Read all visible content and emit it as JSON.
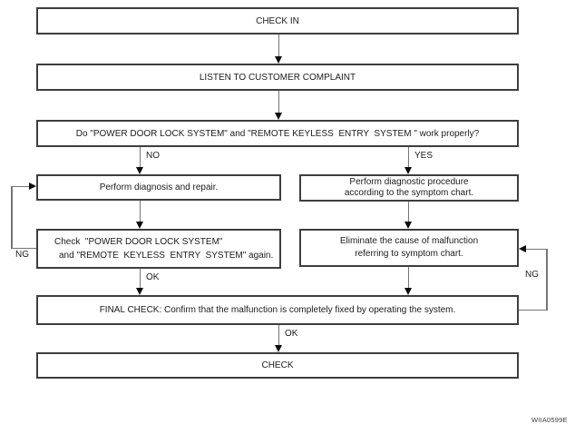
{
  "diagram": {
    "type": "flowchart",
    "watermark": "WIIA0599E",
    "colors": {
      "background": "#ffffff",
      "box_border": "#3e3e3e",
      "connector_line": "#757575",
      "arrowhead": "#0b0b0b",
      "text": "#1c1c1c"
    },
    "nodes": {
      "check_in": {
        "lines": [
          "CHECK IN"
        ]
      },
      "listen": {
        "lines": [
          "LISTEN TO CUSTOMER COMPLAINT"
        ]
      },
      "question": {
        "lines": [
          "Do \"POWER DOOR LOCK SYSTEM\" and \"REMOTE KEYLESS  ENTRY  SYSTEM \" work properly?"
        ]
      },
      "diagnosis": {
        "lines": [
          "Perform diagnosis and repair."
        ]
      },
      "procedure": {
        "lines": [
          "Perform diagnostic procedure",
          "according to the symptom chart."
        ]
      },
      "check_again": {
        "lines": [
          "Check  \"POWER DOOR LOCK SYSTEM\"",
          "and \"REMOTE  KEYLESS  ENTRY  SYSTEM\" again."
        ]
      },
      "eliminate": {
        "lines": [
          "Eliminate the cause of malfunction",
          "referring to symptom chart."
        ]
      },
      "final_check": {
        "lines": [
          "FINAL CHECK: Confirm that the malfunction is completely fixed by operating the system."
        ]
      },
      "check": {
        "lines": [
          "CHECK"
        ]
      }
    },
    "edge_labels": {
      "no": "NO",
      "yes": "YES",
      "ok_left": "OK",
      "ok_bottom": "OK",
      "ng_left": "NG",
      "ng_right": "NG"
    }
  }
}
